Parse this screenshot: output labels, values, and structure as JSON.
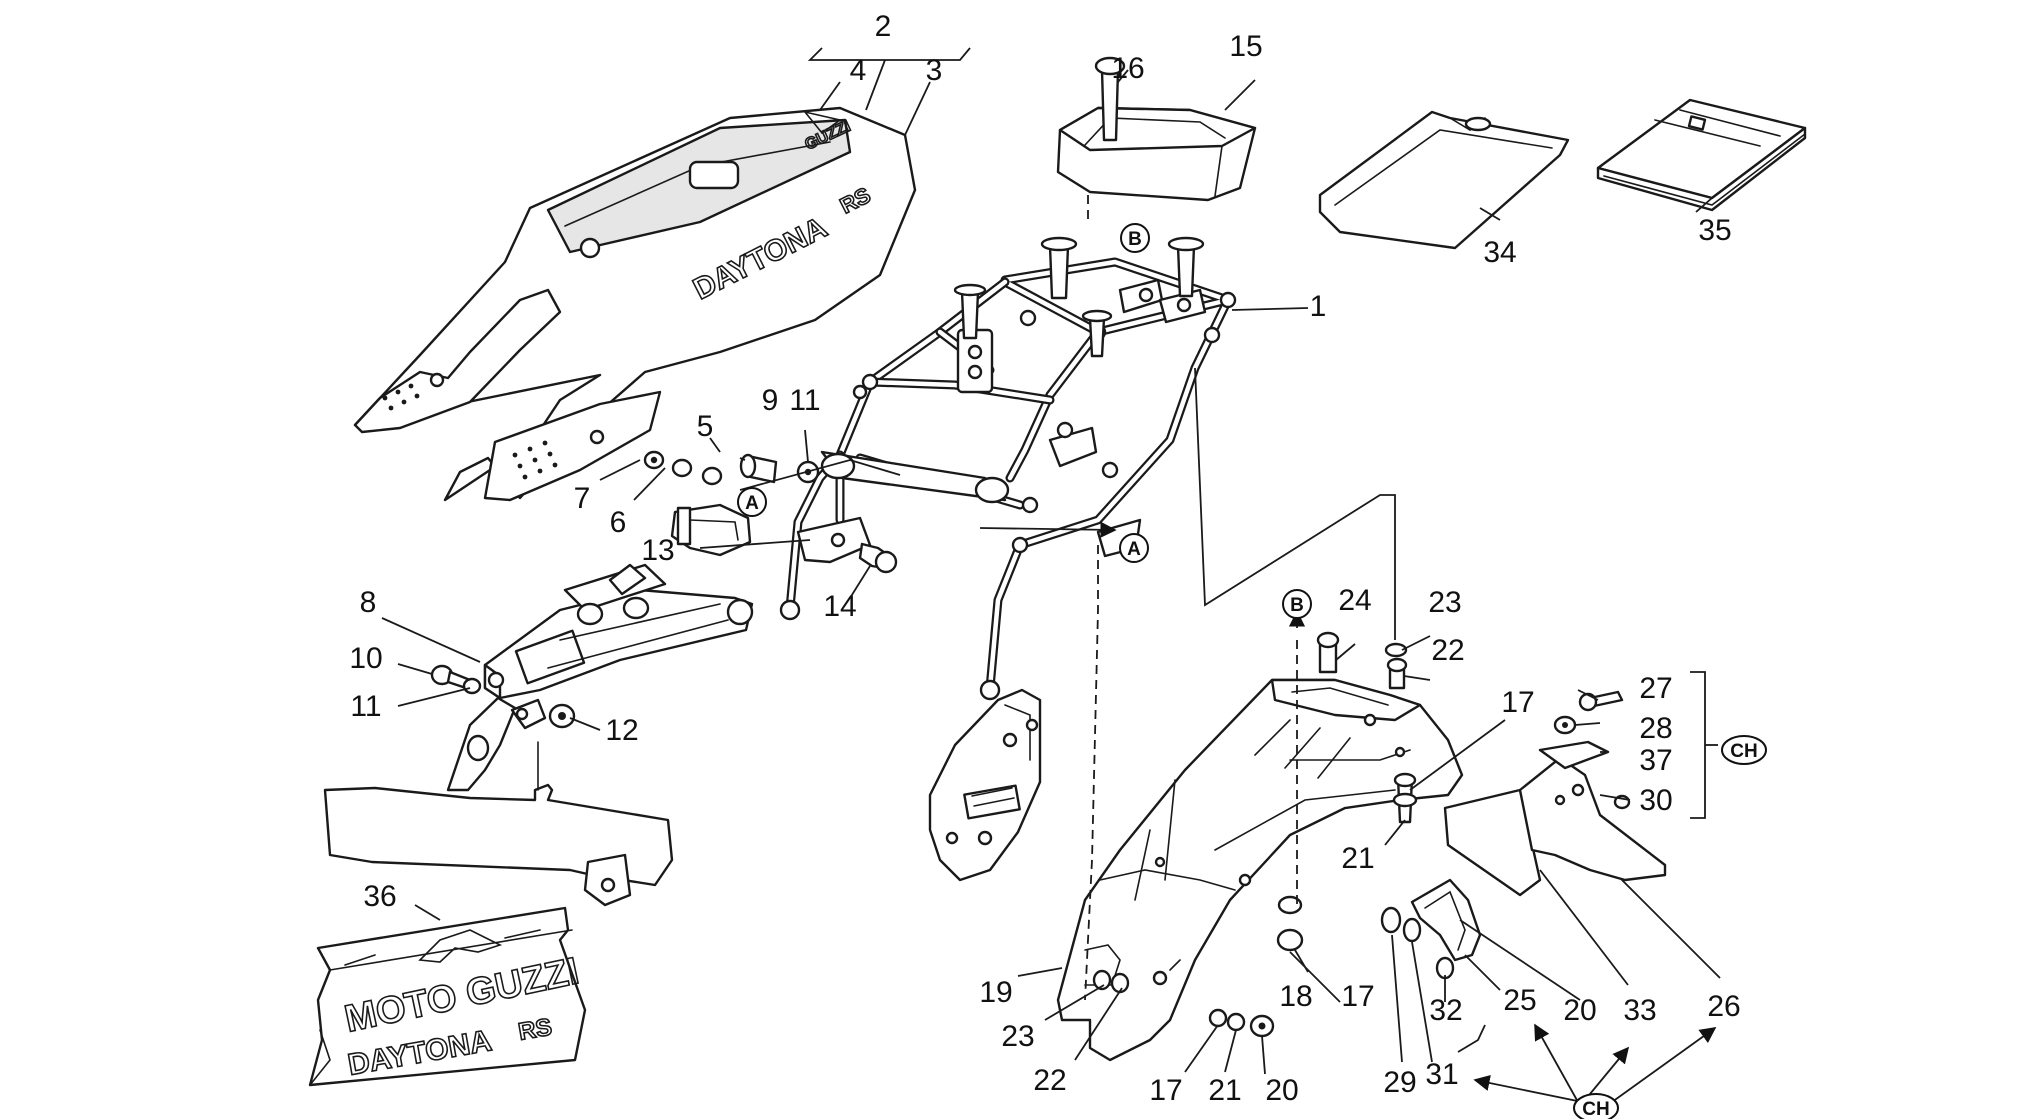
{
  "diagram": {
    "callouts": [
      "1",
      "2",
      "3",
      "4",
      "5",
      "6",
      "7",
      "8",
      "9",
      "10",
      "11",
      "11",
      "12",
      "13",
      "14",
      "15",
      "16",
      "17",
      "17",
      "17",
      "18",
      "19",
      "20",
      "20",
      "21",
      "21",
      "22",
      "22",
      "23",
      "23",
      "24",
      "25",
      "26",
      "27",
      "28",
      "29",
      "30",
      "31",
      "32",
      "33",
      "34",
      "35",
      "36",
      "37"
    ],
    "refs": {
      "a": "A",
      "b": "B",
      "ch": "CH"
    },
    "decals": {
      "tail_model": "DAYTONA",
      "tail_suffix": "RS",
      "tail_brand": "GUZZI",
      "cover_brand": "MOTO GUZZI",
      "cover_model": "DAYTONA",
      "cover_suffix": "RS"
    }
  }
}
